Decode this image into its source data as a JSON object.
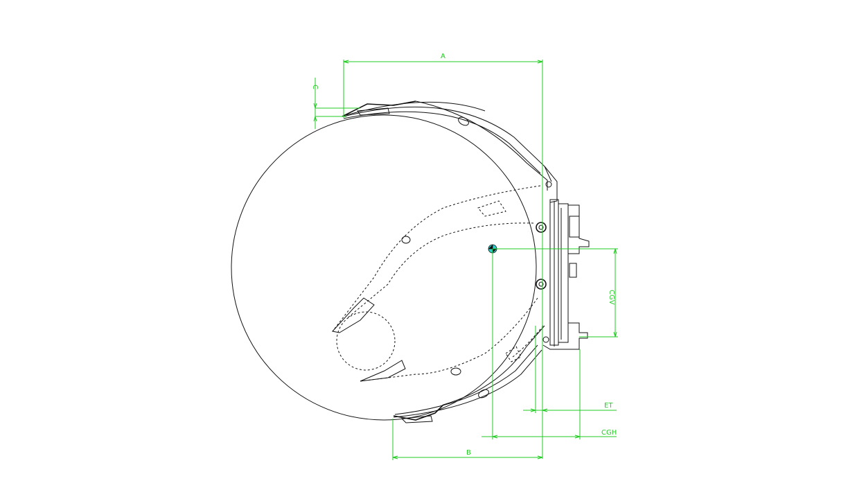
{
  "dimensions": {
    "A": "A",
    "B": "B",
    "C": "C",
    "CGV": "CGV",
    "ET": "ET",
    "CGH": "CGH"
  },
  "colors": {
    "dimension_lines": "#22cc22",
    "linework": "#111111",
    "center_of_gravity_marker": "#33cccc",
    "background": "#ffffff"
  }
}
